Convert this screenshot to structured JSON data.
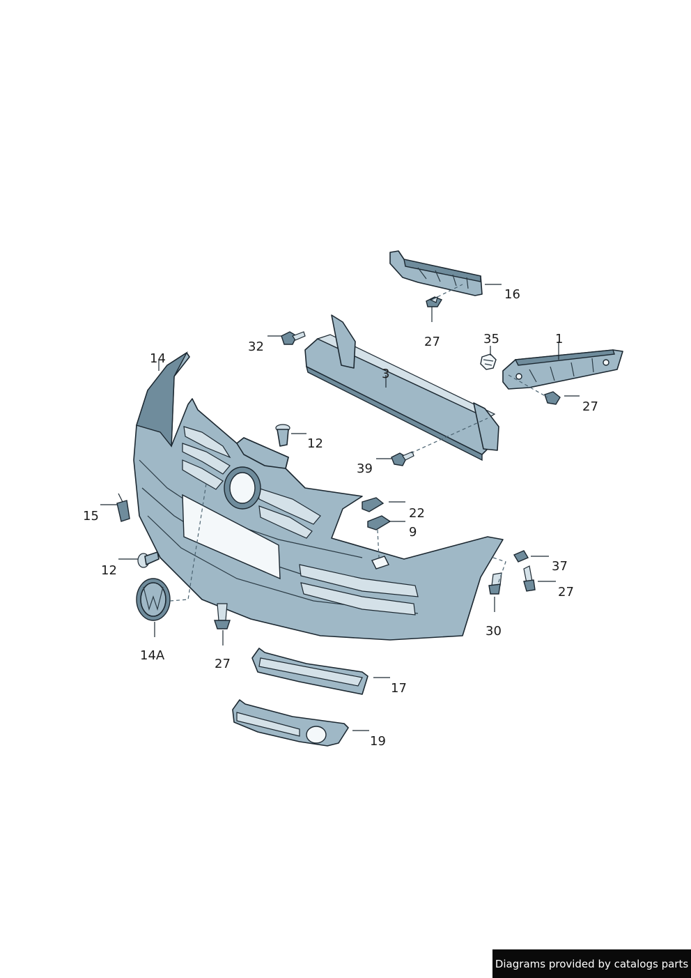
{
  "callouts": [
    {
      "id": "c16",
      "label": "16"
    },
    {
      "id": "c27a",
      "label": "27"
    },
    {
      "id": "c35",
      "label": "35"
    },
    {
      "id": "c1",
      "label": "1"
    },
    {
      "id": "c32",
      "label": "32"
    },
    {
      "id": "c3",
      "label": "3"
    },
    {
      "id": "c14",
      "label": "14"
    },
    {
      "id": "c27b",
      "label": "27"
    },
    {
      "id": "c12a",
      "label": "12"
    },
    {
      "id": "c39",
      "label": "39"
    },
    {
      "id": "c22",
      "label": "22"
    },
    {
      "id": "c9",
      "label": "9"
    },
    {
      "id": "c15",
      "label": "15"
    },
    {
      "id": "c37",
      "label": "37"
    },
    {
      "id": "c12b",
      "label": "12"
    },
    {
      "id": "c27c",
      "label": "27"
    },
    {
      "id": "c30",
      "label": "30"
    },
    {
      "id": "c14A",
      "label": "14A"
    },
    {
      "id": "c27d",
      "label": "27"
    },
    {
      "id": "c17",
      "label": "17"
    },
    {
      "id": "c19",
      "label": "19"
    }
  ],
  "credit": "Diagrams provided by catalogs parts",
  "colors": {
    "part_fill": "#9fb8c6",
    "part_shadow": "#6f8c9c",
    "outline": "#1b2730",
    "credit_bg": "#0a0a0a"
  }
}
